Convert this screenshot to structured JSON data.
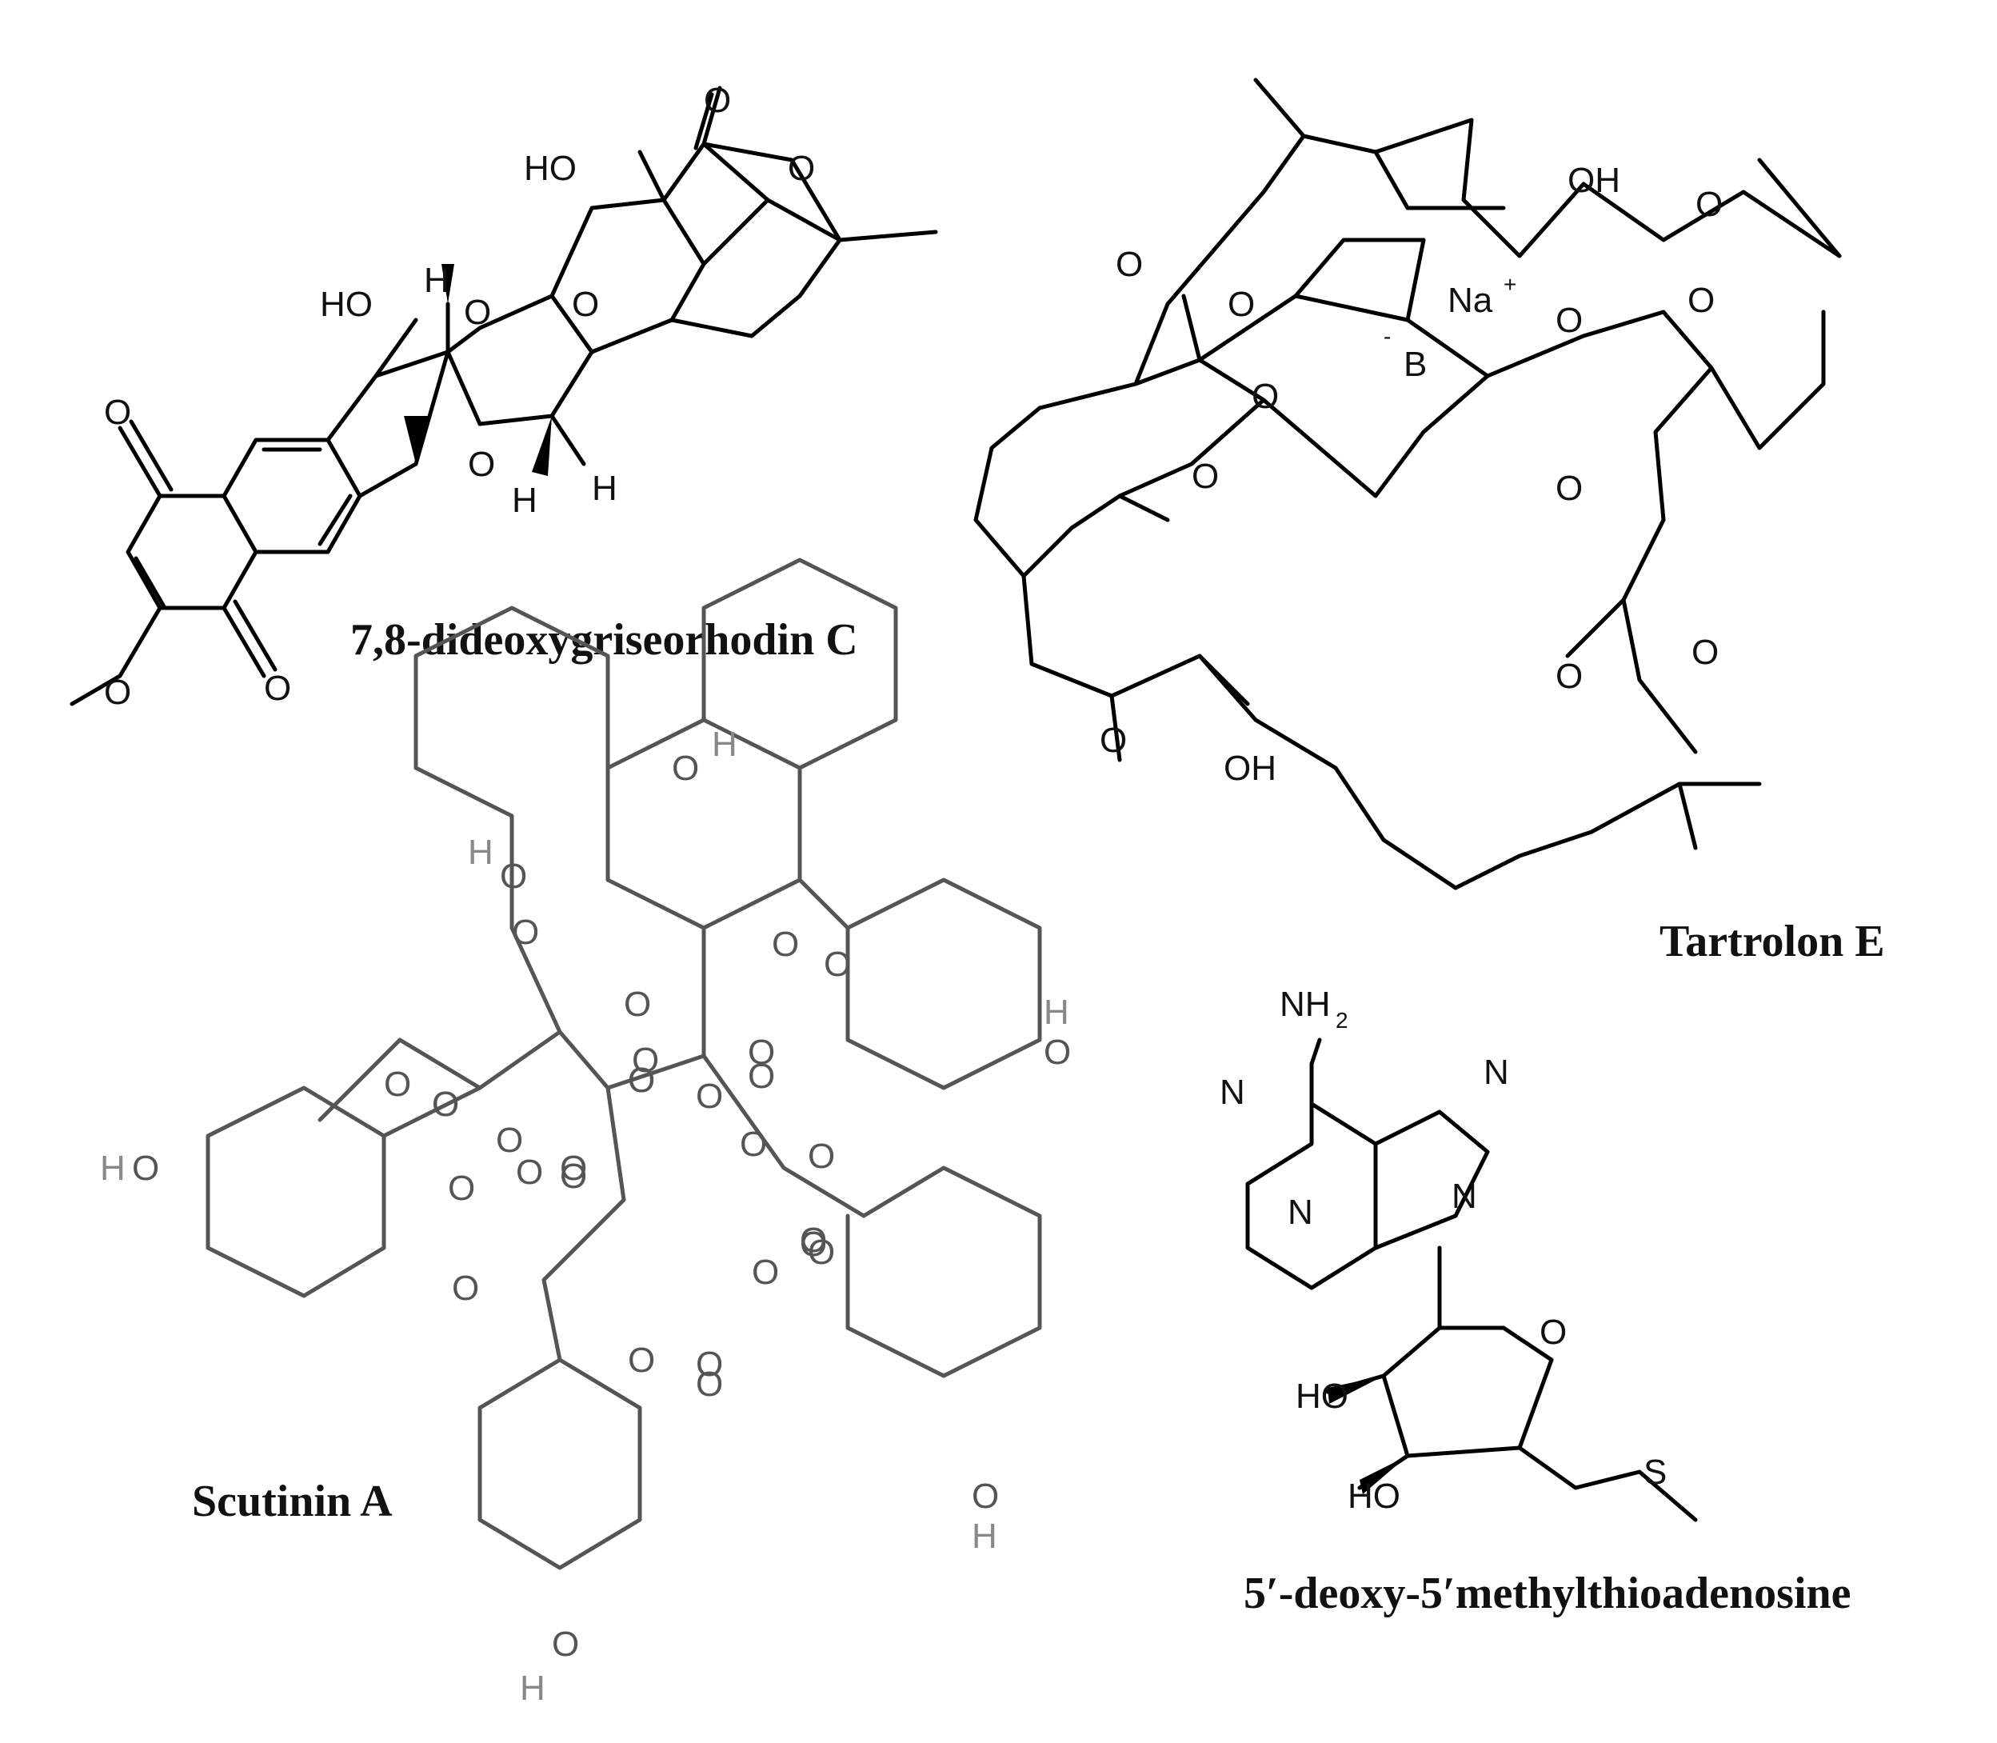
{
  "compounds": [
    {
      "name": "7,8-dideoxygriseorhodin C"
    },
    {
      "name": "Tartrolon E"
    },
    {
      "name": "Scutinin A"
    },
    {
      "name": "5′-deoxy-5′methylthioadenosine"
    }
  ],
  "atom_labels": {
    "O": "O",
    "HO": "HO",
    "OH": "OH",
    "H": "H",
    "Na": "Na",
    "plus": "+",
    "B": "B",
    "minus": "-",
    "N": "N",
    "NH2": "NH",
    "sub2": "2",
    "S": "S"
  }
}
